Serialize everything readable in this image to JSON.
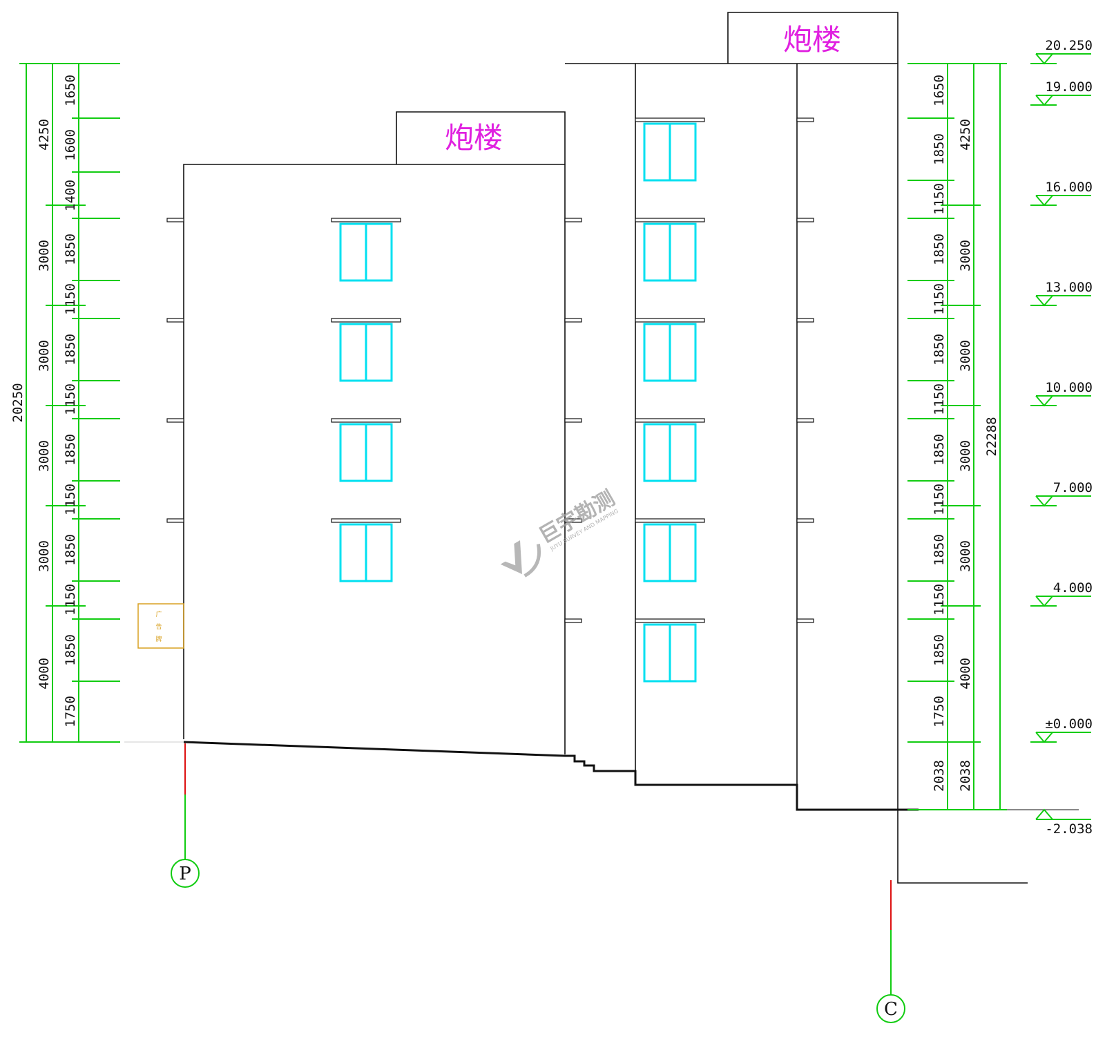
{
  "colors": {
    "outline": "#111111",
    "dimension": "#11cc11",
    "window": "#00e0f0",
    "tag": "#e020e0",
    "axis_red": "#dd1111",
    "sign": "#d8a020",
    "watermark": "#9a9a9a"
  },
  "tags": {
    "left_tower": "炮楼",
    "right_tower": "炮楼"
  },
  "left_dims": {
    "total": "20250",
    "outer": [
      "4250",
      "3000",
      "3000",
      "3000",
      "3000",
      "4000"
    ],
    "inner": [
      "1650",
      "1600",
      "1400",
      "1850",
      "1150",
      "1850",
      "1150",
      "1850",
      "1150",
      "1850",
      "1150",
      "1850",
      "1750"
    ]
  },
  "right_dims": {
    "total": "22288",
    "outer": [
      "4250",
      "3000",
      "3000",
      "3000",
      "3000",
      "4000",
      "2038"
    ],
    "inner": [
      "1650",
      "1850",
      "1150",
      "1850",
      "1150",
      "1850",
      "1150",
      "1850",
      "1150",
      "1850",
      "1150",
      "1850",
      "1750",
      "2038"
    ]
  },
  "elevations": [
    "20.250",
    "19.000",
    "16.000",
    "13.000",
    "10.000",
    "7.000",
    "4.000",
    "±0.000",
    "-2.038"
  ],
  "axes": {
    "left": "P",
    "right": "C"
  },
  "sign": [
    "广",
    "告",
    "牌"
  ],
  "watermark": {
    "brand": "巨宇勘测",
    "sub": "JUYU SURVEY AND MAPPING"
  }
}
